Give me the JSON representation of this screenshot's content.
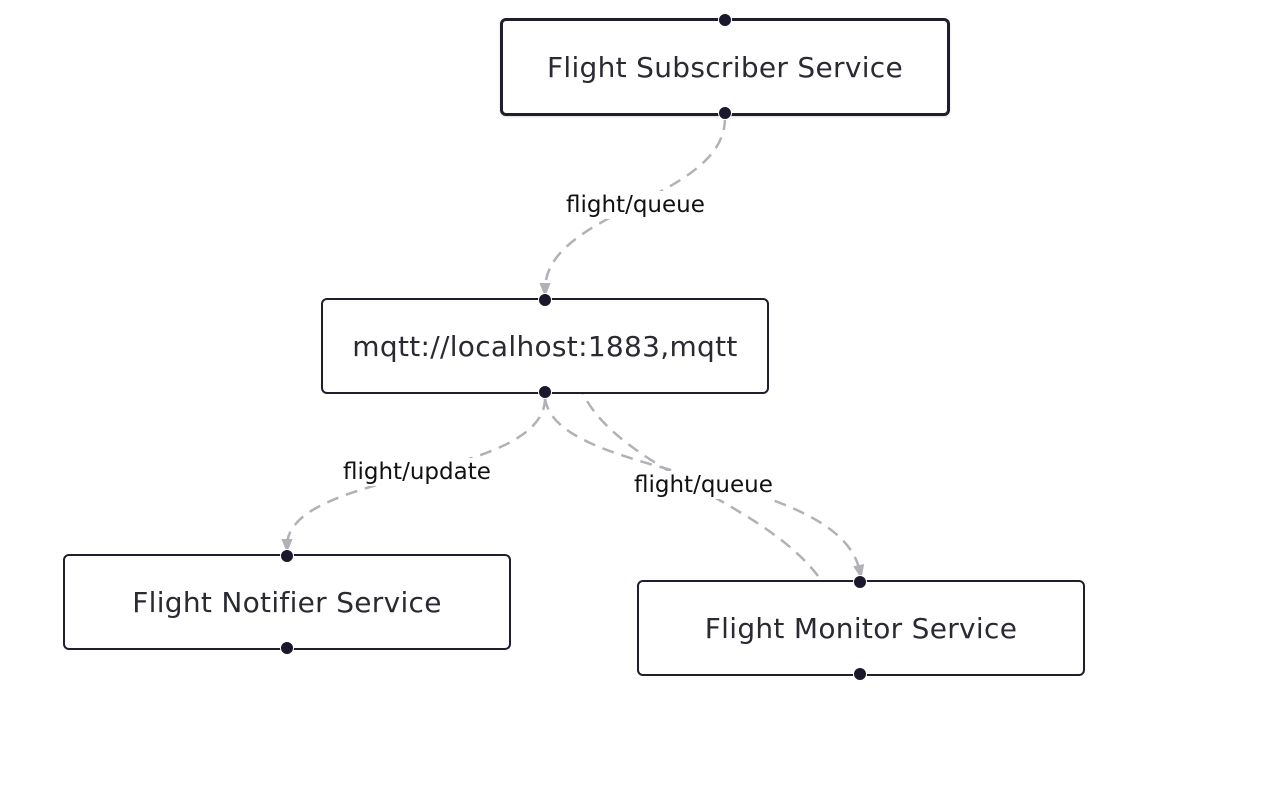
{
  "diagram": {
    "nodes": [
      {
        "id": "subscriber",
        "label": "Flight Subscriber Service"
      },
      {
        "id": "broker",
        "label": "mqtt://localhost:1883,mqtt"
      },
      {
        "id": "notifier",
        "label": "Flight Notifier Service"
      },
      {
        "id": "monitor",
        "label": "Flight Monitor Service"
      }
    ],
    "edges": [
      {
        "from": "subscriber",
        "to": "broker",
        "label": "flight/queue"
      },
      {
        "from": "broker",
        "to": "notifier",
        "label": "flight/update"
      },
      {
        "from": "broker",
        "to": "monitor",
        "label": "flight/queue"
      },
      {
        "from": "monitor",
        "to": "broker",
        "label": "flight/queue"
      }
    ],
    "colors": {
      "node_border": "#1e1e2e",
      "handle": "#1a192b",
      "edge": "#b1b1b7",
      "text": "#2a2a33"
    }
  }
}
